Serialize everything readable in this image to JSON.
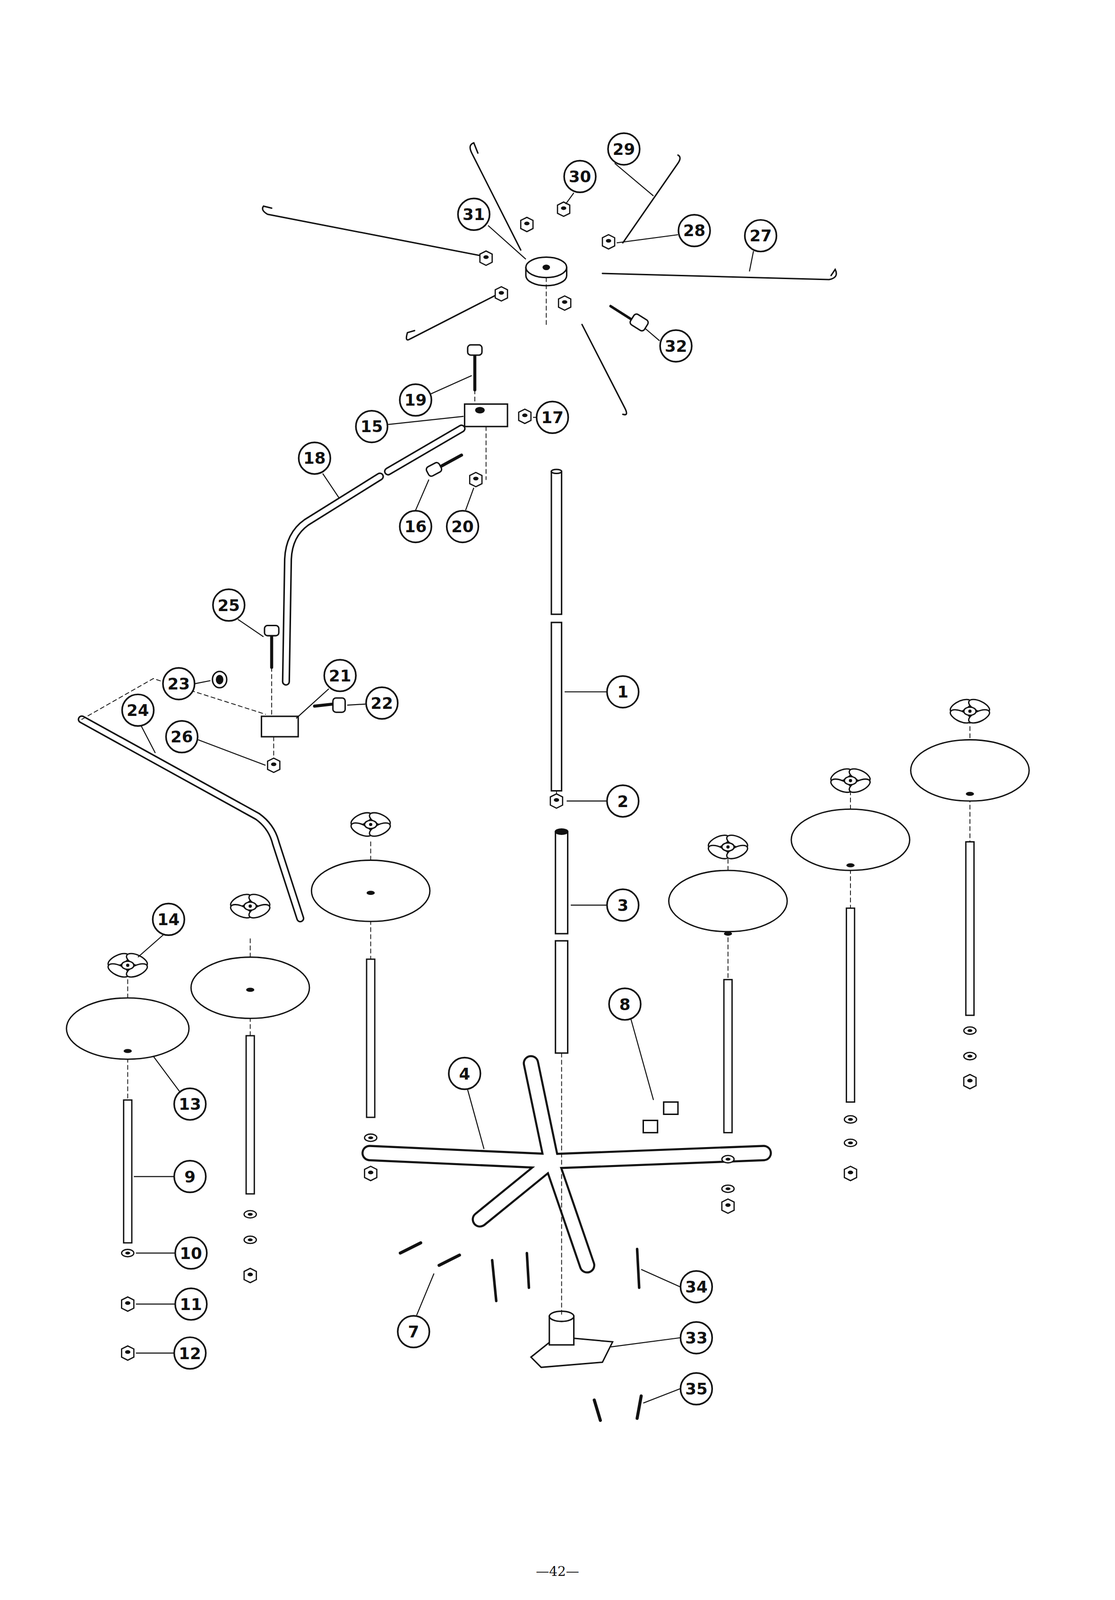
{
  "diagram": {
    "labels": [
      "29",
      "30",
      "31",
      "28",
      "27",
      "32",
      "19",
      "15",
      "17",
      "18",
      "16",
      "20",
      "25",
      "21",
      "23",
      "22",
      "24",
      "26",
      "1",
      "2",
      "3",
      "14",
      "8",
      "4",
      "13",
      "9",
      "10",
      "11",
      "12",
      "7",
      "34",
      "33",
      "35",
      "—42—"
    ]
  }
}
